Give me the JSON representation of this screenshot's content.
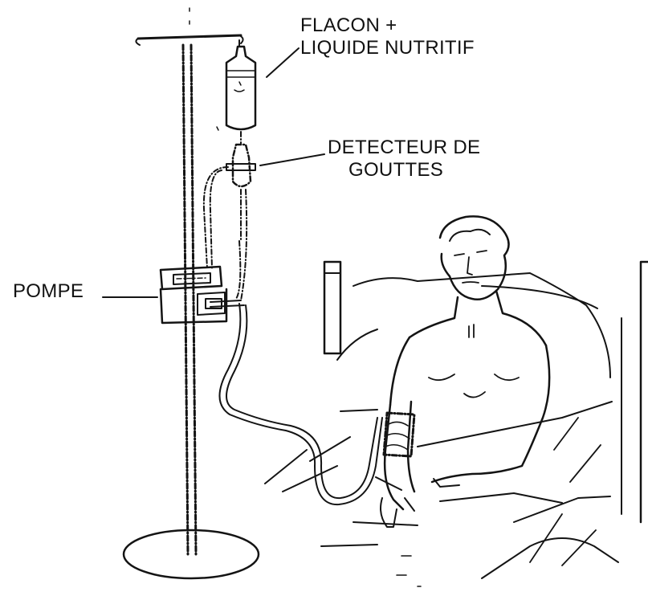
{
  "labels": {
    "flacon": {
      "line1": "FLACON +",
      "line2": "LIQUIDE NUTRITIF"
    },
    "detecteur": {
      "line1": "DETECTEUR DE",
      "line2": "GOUTTES"
    },
    "pompe": "POMPE"
  },
  "colors": {
    "ink": "#141414",
    "background": "#ffffff"
  }
}
